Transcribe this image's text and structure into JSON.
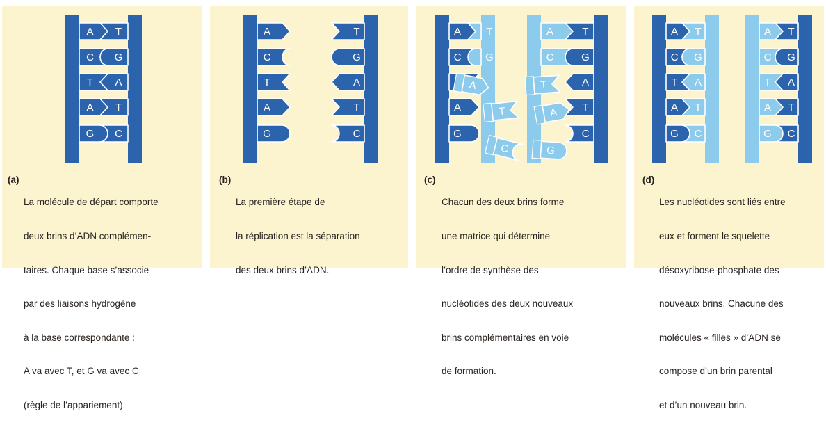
{
  "colors": {
    "panel_bg": "#fbf4cf",
    "parental_strand": "#2b63ac",
    "new_strand": "#8dcbec",
    "base_dark": "#2b63ac",
    "base_light": "#8dcbec",
    "outline": "#ffffff",
    "text": "#2a2420"
  },
  "panels": [
    {
      "label": "(a)",
      "caption_lines": [
        "La molécule de départ comporte",
        "deux brins d’ADN complémen-",
        "taires. Chaque base s’associe",
        "par des liaisons hydrogène",
        "à la base correspondante :",
        "A va avec T, et G va avec C",
        "(règle de l’appariement)."
      ],
      "pairs": [
        [
          "A",
          "T"
        ],
        [
          "C",
          "G"
        ],
        [
          "T",
          "A"
        ],
        [
          "A",
          "T"
        ],
        [
          "G",
          "C"
        ]
      ]
    },
    {
      "label": "(b)",
      "caption_lines": [
        "La première étape de",
        "la réplication est la séparation",
        "des deux brins d’ADN."
      ],
      "left_bases": [
        "A",
        "C",
        "T",
        "A",
        "G"
      ],
      "right_bases": [
        "T",
        "G",
        "A",
        "T",
        "C"
      ]
    },
    {
      "label": "(c)",
      "caption_lines": [
        "Chacun des deux brins forme",
        "une matrice qui détermine",
        "l’ordre de synthèse des",
        "nucléotides des deux nouveaux",
        "brins complémentaires en voie",
        "de formation."
      ],
      "left_template": [
        "A",
        "C",
        "T",
        "A",
        "G"
      ],
      "left_new": [
        "T",
        "G",
        "A",
        "T",
        "C"
      ],
      "right_new": [
        "A",
        "C",
        "T",
        "A",
        "G"
      ],
      "right_template": [
        "T",
        "G",
        "A",
        "T",
        "C"
      ]
    },
    {
      "label": "(d)",
      "caption_lines": [
        "Les nucléotides sont liés entre",
        "eux et forment le squelette",
        "désoxyribose-phosphate des",
        "nouveaux brins. Chacune des",
        "molécules « filles » d’ADN se",
        "compose d’un brin parental",
        "et d’un nouveau brin."
      ],
      "left_pairs": [
        [
          "A",
          "T"
        ],
        [
          "C",
          "G"
        ],
        [
          "T",
          "A"
        ],
        [
          "A",
          "T"
        ],
        [
          "G",
          "C"
        ]
      ],
      "right_pairs": [
        [
          "A",
          "T"
        ],
        [
          "C",
          "G"
        ],
        [
          "T",
          "A"
        ],
        [
          "A",
          "T"
        ],
        [
          "G",
          "C"
        ]
      ]
    }
  ]
}
